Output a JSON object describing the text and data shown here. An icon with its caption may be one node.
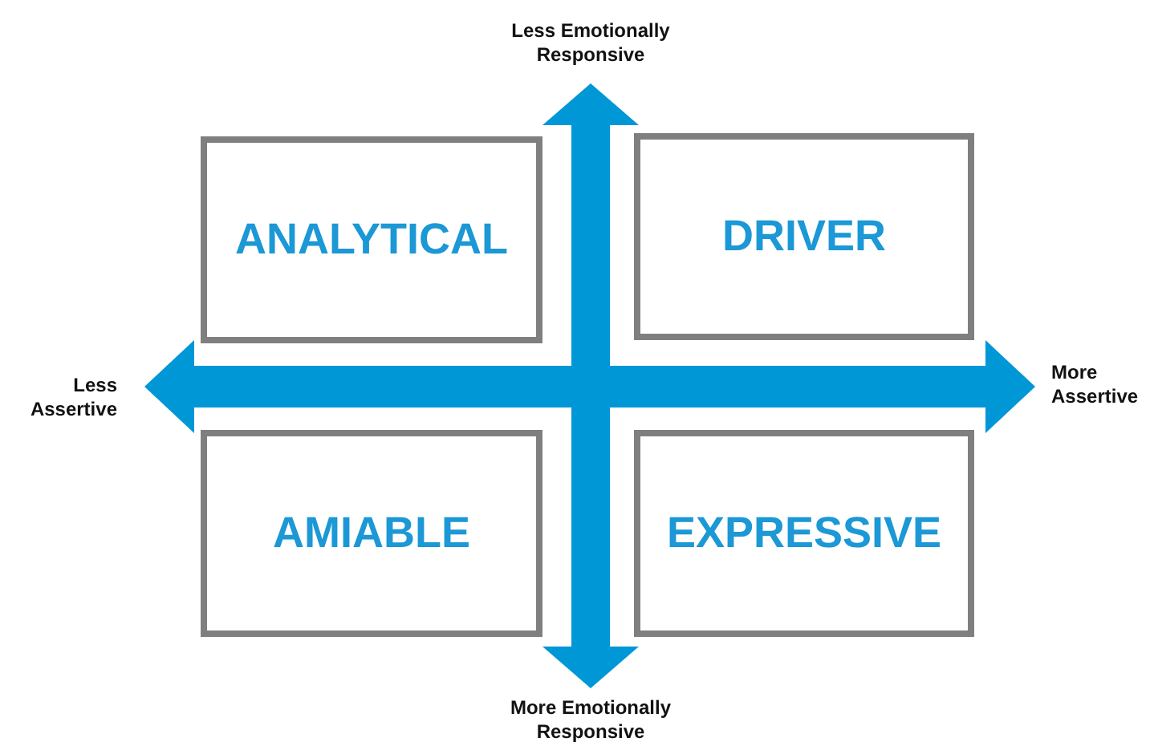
{
  "diagram": {
    "nodes": [
      {
        "text": [
          "ANALYTICAL"
        ]
      },
      {
        "text": [
          "DRIVER"
        ]
      },
      {
        "text": [
          "AMIABLE"
        ]
      },
      {
        "text": [
          "EXPRESSIVE"
        ]
      }
    ],
    "labels": [
      "Less Emotionally Responsive",
      "Less Assertive",
      "More Assertive",
      "More Emotionally Responsive"
    ]
  }
}
